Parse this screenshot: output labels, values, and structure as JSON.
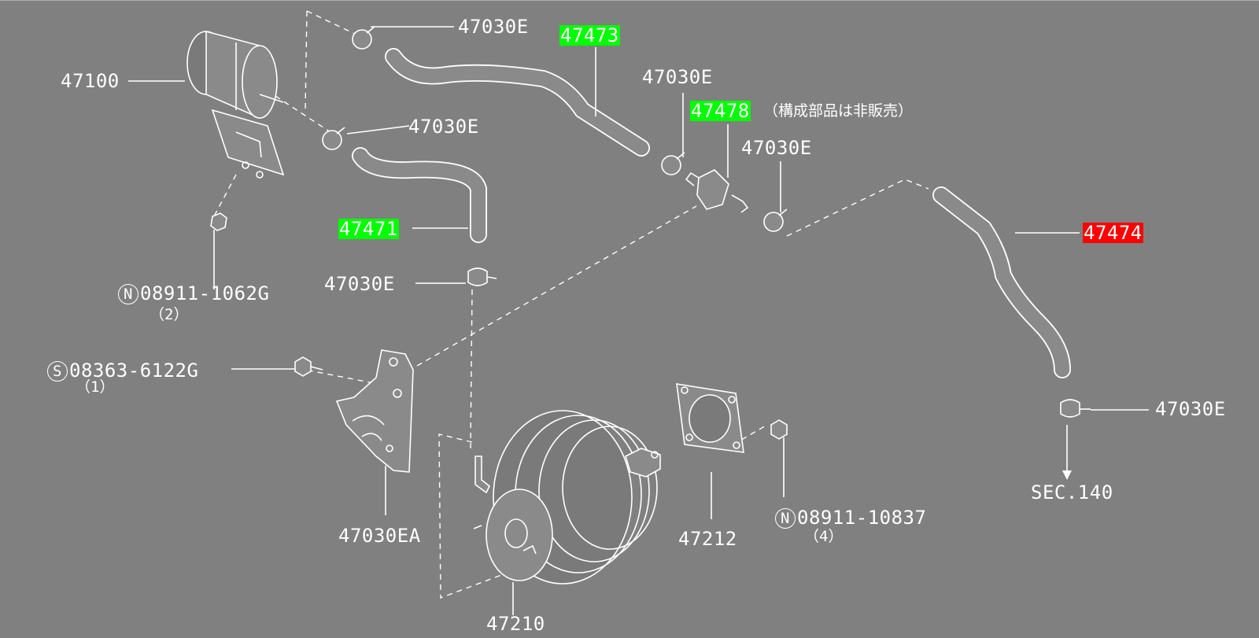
{
  "diagram": {
    "background_color": "#808080",
    "highlight_green": "#00ff00",
    "highlight_red": "#ff0000",
    "parts": [
      {
        "id": "p47100",
        "number": "47100"
      },
      {
        "id": "p47030e_1",
        "number": "47030E"
      },
      {
        "id": "p47473",
        "number": "47473",
        "highlight": "green"
      },
      {
        "id": "p47030e_2",
        "number": "47030E"
      },
      {
        "id": "p47478",
        "number": "47478",
        "highlight": "green",
        "note": "（構成部品は非販売）"
      },
      {
        "id": "p47030e_3",
        "number": "47030E"
      },
      {
        "id": "p47030e_4",
        "number": "47030E"
      },
      {
        "id": "p47471",
        "number": "47471",
        "highlight": "green"
      },
      {
        "id": "p47474",
        "number": "47474",
        "highlight": "red"
      },
      {
        "id": "p47030e_5",
        "number": "47030E"
      },
      {
        "id": "p08911_1062g",
        "prefix": "N",
        "number": "08911-1062G",
        "qty": "（2）"
      },
      {
        "id": "p08363_6122g",
        "prefix": "S",
        "number": "08363-6122G",
        "qty": "（1）"
      },
      {
        "id": "p47030e_6",
        "number": "47030E"
      },
      {
        "id": "sec140",
        "number": "SEC.140"
      },
      {
        "id": "p47030ea",
        "number": "47030EA"
      },
      {
        "id": "p47212",
        "number": "47212"
      },
      {
        "id": "p08911_10837",
        "prefix": "N",
        "number": "08911-10837",
        "qty": "（4）"
      },
      {
        "id": "p47210",
        "number": "47210"
      }
    ]
  }
}
